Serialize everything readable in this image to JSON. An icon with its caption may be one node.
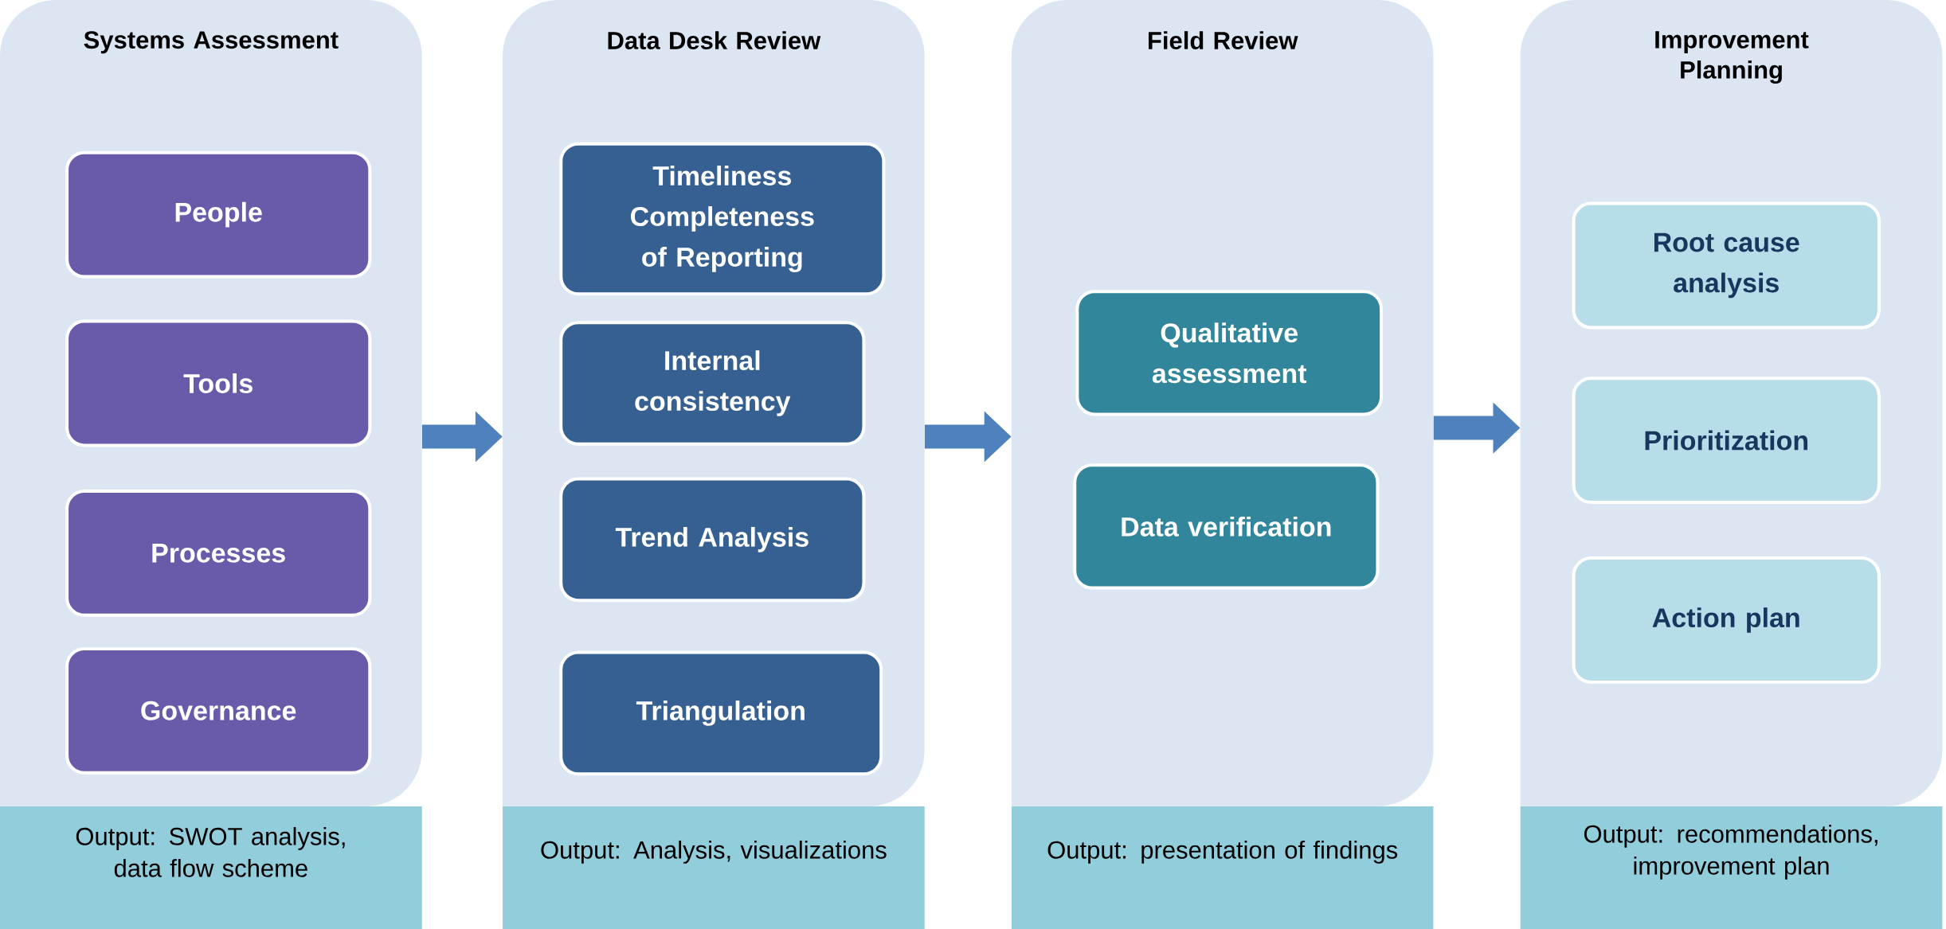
{
  "diagram": {
    "nodes": [
      {
        "text": [
          "Systems Assessment",
          "Output: SWOT analysis, data flow scheme"
        ]
      },
      {
        "text": [
          "People"
        ],
        "in": 0
      },
      {
        "text": [
          "Tools"
        ],
        "in": 0
      },
      {
        "text": [
          "Processes"
        ],
        "in": 0
      },
      {
        "text": [
          "Governance"
        ],
        "in": 0
      },
      {
        "text": [
          "Data Desk Review",
          "Output: Analysis, visualizations"
        ]
      },
      {
        "text": [
          "Timeliness Completeness of Reporting"
        ],
        "in": 5
      },
      {
        "text": [
          "Internal consistency"
        ],
        "in": 5
      },
      {
        "text": [
          "Trend Analysis"
        ],
        "in": 5
      },
      {
        "text": [
          "Triangulation"
        ],
        "in": 5
      },
      {
        "text": [
          "Field Review",
          "Output: presentation of findings"
        ]
      },
      {
        "text": [
          "Qualitative assessment"
        ],
        "in": 10
      },
      {
        "text": [
          "Data verification"
        ],
        "in": 10
      },
      {
        "text": [
          "Improvement Planning",
          "Output: recommendations, improvement plan"
        ]
      },
      {
        "text": [
          "Root cause analysis"
        ],
        "in": 13
      },
      {
        "text": [
          "Prioritization"
        ],
        "in": 13
      },
      {
        "text": [
          "Action plan"
        ],
        "in": 13
      }
    ],
    "edges": [
      {
        "from": 0,
        "to": 5,
        "arrow": "to"
      },
      {
        "from": 5,
        "to": 10,
        "arrow": "to"
      },
      {
        "from": 10,
        "to": 13,
        "arrow": "to"
      }
    ]
  }
}
